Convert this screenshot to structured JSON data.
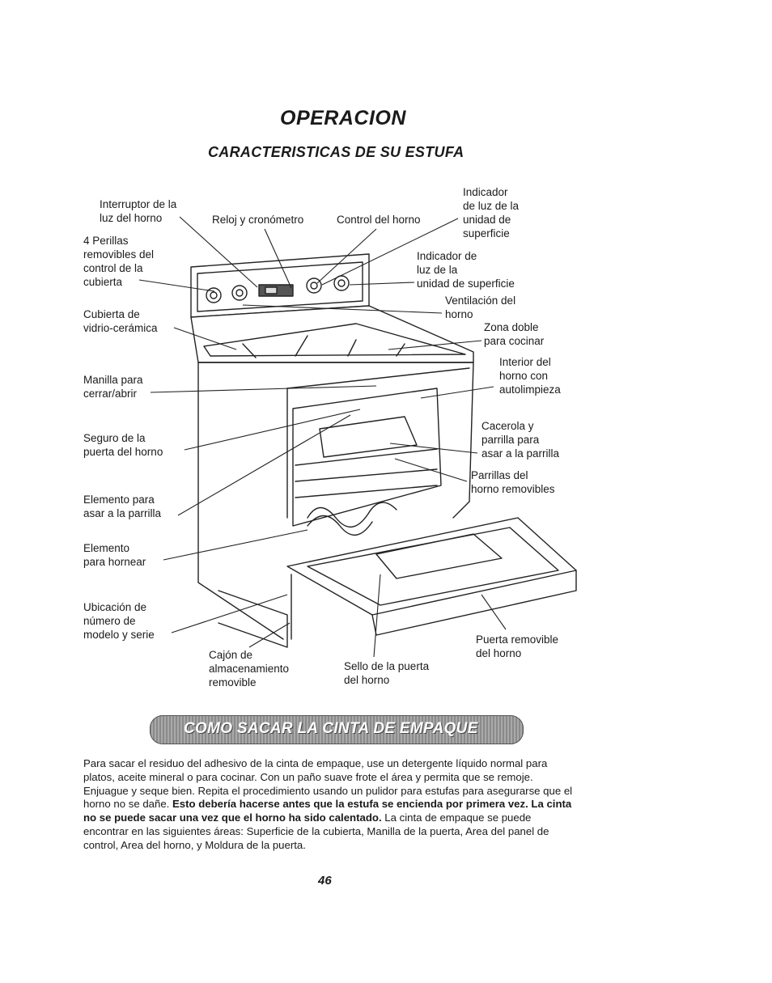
{
  "heading": {
    "title": "OPERACION",
    "subtitle": "CARACTERISTICAS DE SU ESTUFA"
  },
  "labels": {
    "interruptor": "Interruptor de la\nluz del horno",
    "perillas": "4 Perillas\nremovibles del\ncontrol de la\ncubierta",
    "reloj": "Reloj y cronómetro",
    "control": "Control del horno",
    "indicador_unidad": "Indicador\nde luz de la\nunidad de\nsuperficie",
    "indicador_superficie": "Indicador de\nluz de la\nunidad de superficie",
    "ventilacion": "Ventilación del\nhorno",
    "cubierta": "Cubierta de\nvidrio-cerámica",
    "zona": "Zona doble\npara cocinar",
    "manilla": "Manilla para\ncerrar/abrir",
    "interior": "Interior del\nhorno con\nautolimpieza",
    "seguro": "Seguro de la\npuerta del horno",
    "cacerola": "Cacerola y\nparrilla para\nasar a la parrilla",
    "parrillas": "Parrillas del\nhorno removibles",
    "elemento_asar": "Elemento para\nasar a la parrilla",
    "elemento_hornear": "Elemento\npara hornear",
    "ubicacion": "Ubicación de\nnúmero de\nmodelo y serie",
    "cajon": "Cajón de\nalmacenamiento\nremovible",
    "sello": "Sello de la puerta\ndel horno",
    "puerta": "Puerta removible\ndel horno"
  },
  "section": {
    "banner": "COMO SACAR LA CINTA DE EMPAQUE",
    "p1": "Para sacar el residuo del adhesivo de la cinta de empaque, use un detergente líquido normal para platos, aceite mineral o para cocinar. Con un paño suave frote el área y permita que se remoje. Enjuague y seque bien. Repita el procedimiento usando un pulidor para estufas para asegurarse que el horno no se dañe. ",
    "bold": "Esto debería hacerse antes que la estufa se encienda por primera vez. La cinta no se puede sacar una vez que el horno ha sido calentado.",
    "p2": " La cinta de empaque se puede encontrar en las siguientes áreas: Superficie de la cubierta, Manilla de la puerta, Area del panel de control, Area del horno, y Moldura de la puerta."
  },
  "page_number": "46"
}
